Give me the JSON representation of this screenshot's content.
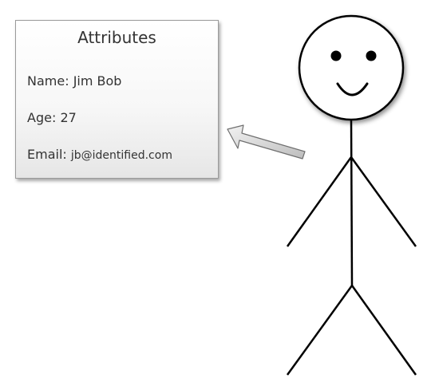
{
  "card": {
    "title": "Attributes",
    "rows": [
      {
        "label": "Name:",
        "value": "Jim Bob"
      },
      {
        "label": "Age:",
        "value": "27"
      },
      {
        "label": "Email:",
        "value": "jb@identified.com"
      }
    ]
  },
  "colors": {
    "outline": "#000000",
    "card_border": "#9a9a9a",
    "arrow_fill": "#d8d8d8",
    "text": "#333333"
  }
}
